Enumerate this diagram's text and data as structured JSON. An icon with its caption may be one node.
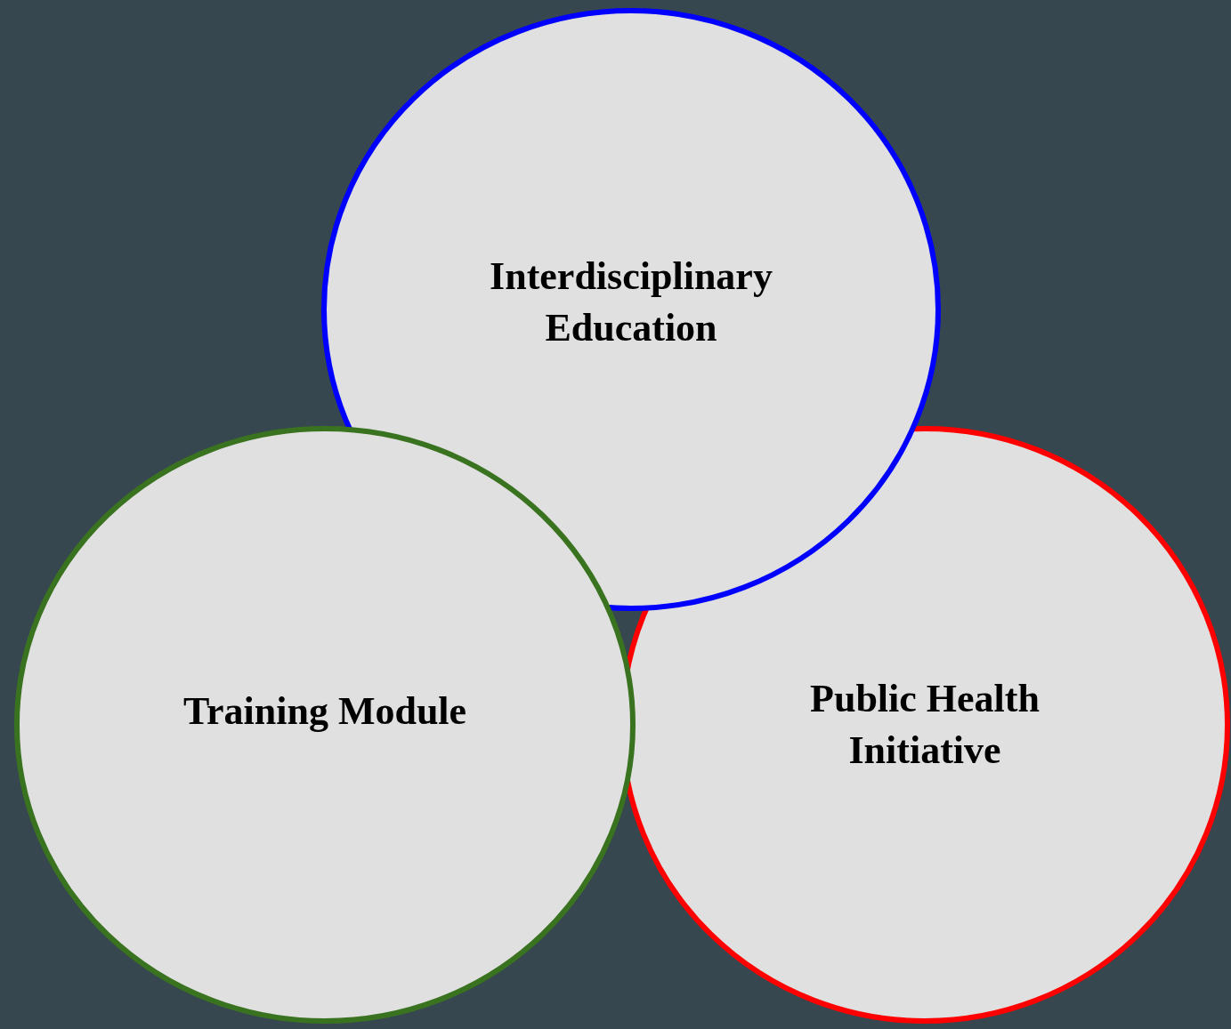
{
  "diagram": {
    "nodes": [
      {
        "text": [
          "Interdisciplinary Education"
        ]
      },
      {
        "text": [
          "Training Module"
        ]
      },
      {
        "text": [
          "Public Health Initiative"
        ]
      }
    ]
  }
}
